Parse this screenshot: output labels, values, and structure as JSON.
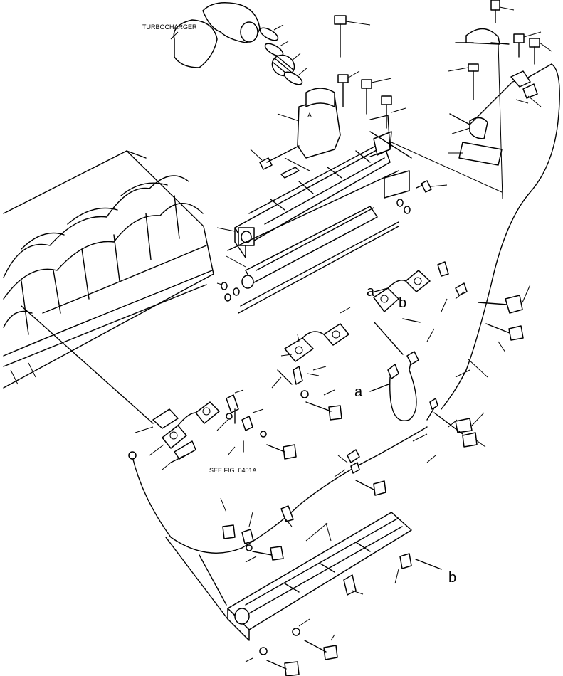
{
  "labels": {
    "turbocharger": "TURBOCHARGER",
    "see_fig": "SEE FIG. 0401A",
    "a_top": "a",
    "b_top": "b",
    "a_mid": "a",
    "b_bottom": "b"
  }
}
